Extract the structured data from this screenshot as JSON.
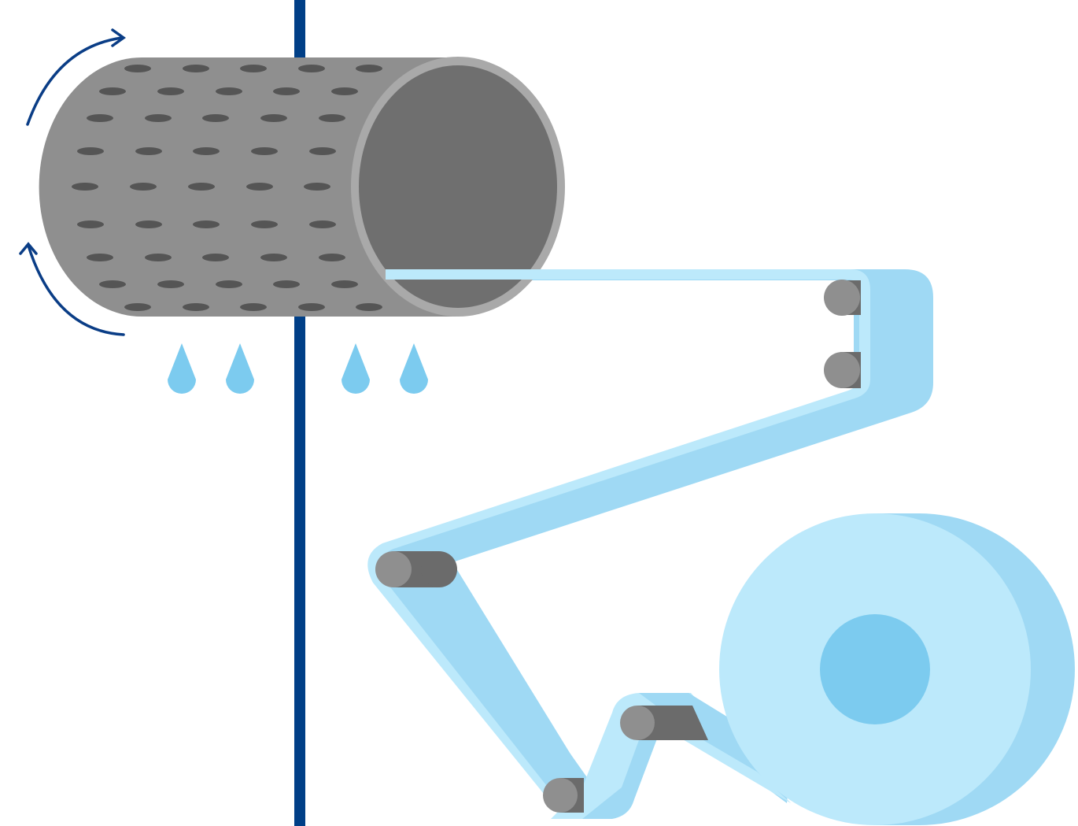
{
  "diagram": {
    "colors": {
      "background": "#ffffff",
      "divider_line": "#003f87",
      "rotation_arrow": "#0a3d86",
      "drum_body": "#8f8f8f",
      "drum_end": "#6f6f6f",
      "drum_rim": "#a9a9a9",
      "drum_holes": "#555555",
      "droplet": "#7ccbef",
      "web_front": "#bce9fb",
      "web_back": "#9fd9f4",
      "roller_light": "#8f8f8f",
      "roller_dark": "#6b6b6b",
      "reel_face": "#bce9fb",
      "reel_side": "#9fd9f4",
      "reel_core": "#7ccbef"
    },
    "components": [
      {
        "name": "perforated-drum",
        "icon": "cylinder-icon"
      },
      {
        "name": "rotation-arrows",
        "icon": "curved-arrow-icon"
      },
      {
        "name": "water-droplets",
        "icon": "droplet-icon",
        "count": 4
      },
      {
        "name": "guide-rollers",
        "icon": "roller-icon",
        "count": 5
      },
      {
        "name": "paper-web",
        "icon": "belt-icon"
      },
      {
        "name": "take-up-reel",
        "icon": "reel-icon"
      },
      {
        "name": "divider-line",
        "icon": "vertical-line-icon"
      }
    ]
  }
}
